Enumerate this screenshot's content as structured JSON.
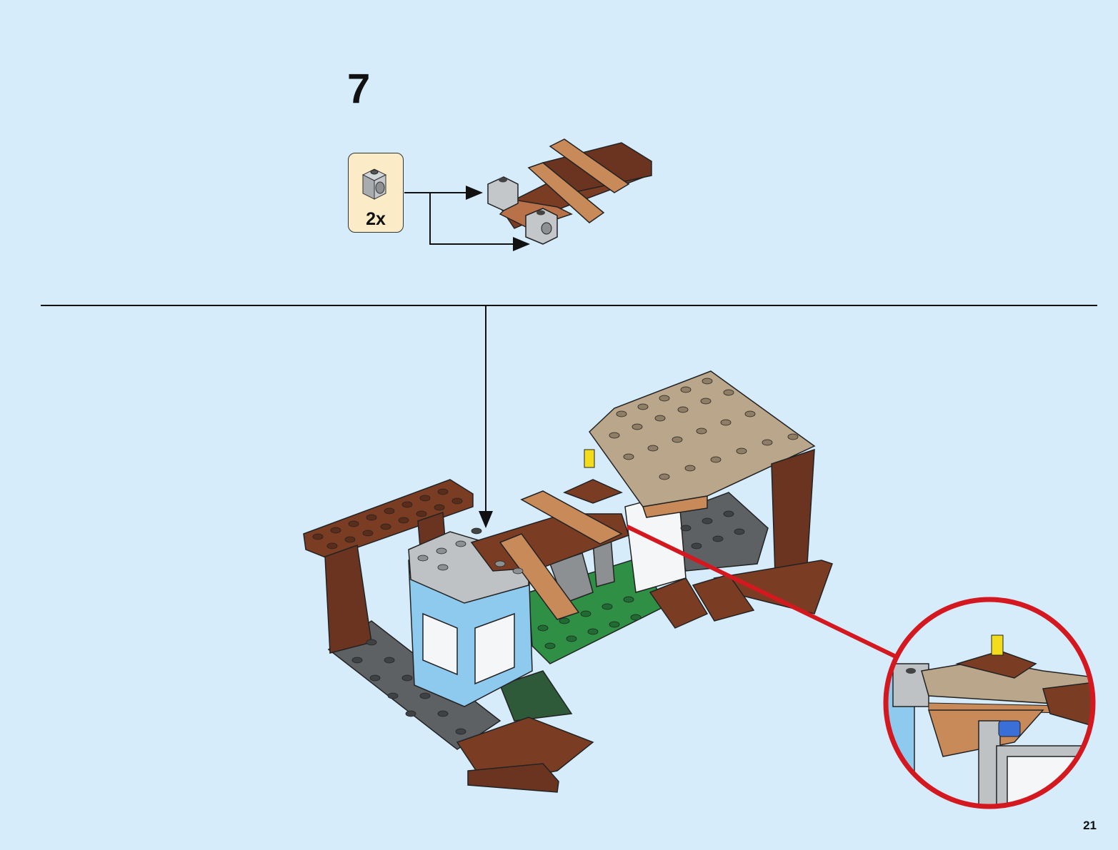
{
  "step": {
    "number": "7"
  },
  "parts": {
    "quantity": "2x",
    "part_icon": "light-bluish-gray-brick-1x1-with-hole-icon"
  },
  "page": {
    "number": "21"
  },
  "colors": {
    "background": "#d6ecfb",
    "callout_bg": "#fbebc6",
    "reddish_brown": "#7a3d24",
    "medium_nougat": "#c98a5a",
    "light_bluish_gray": "#bfc2c4",
    "dark_bluish_gray": "#5e6164",
    "dark_tan": "#b9a68b",
    "bright_green": "#2f8f45",
    "medium_azure": "#8ec9ee",
    "transparent_clear": "#f4f6f7",
    "yellow": "#f2dc1c",
    "callout_red": "#d41820"
  }
}
